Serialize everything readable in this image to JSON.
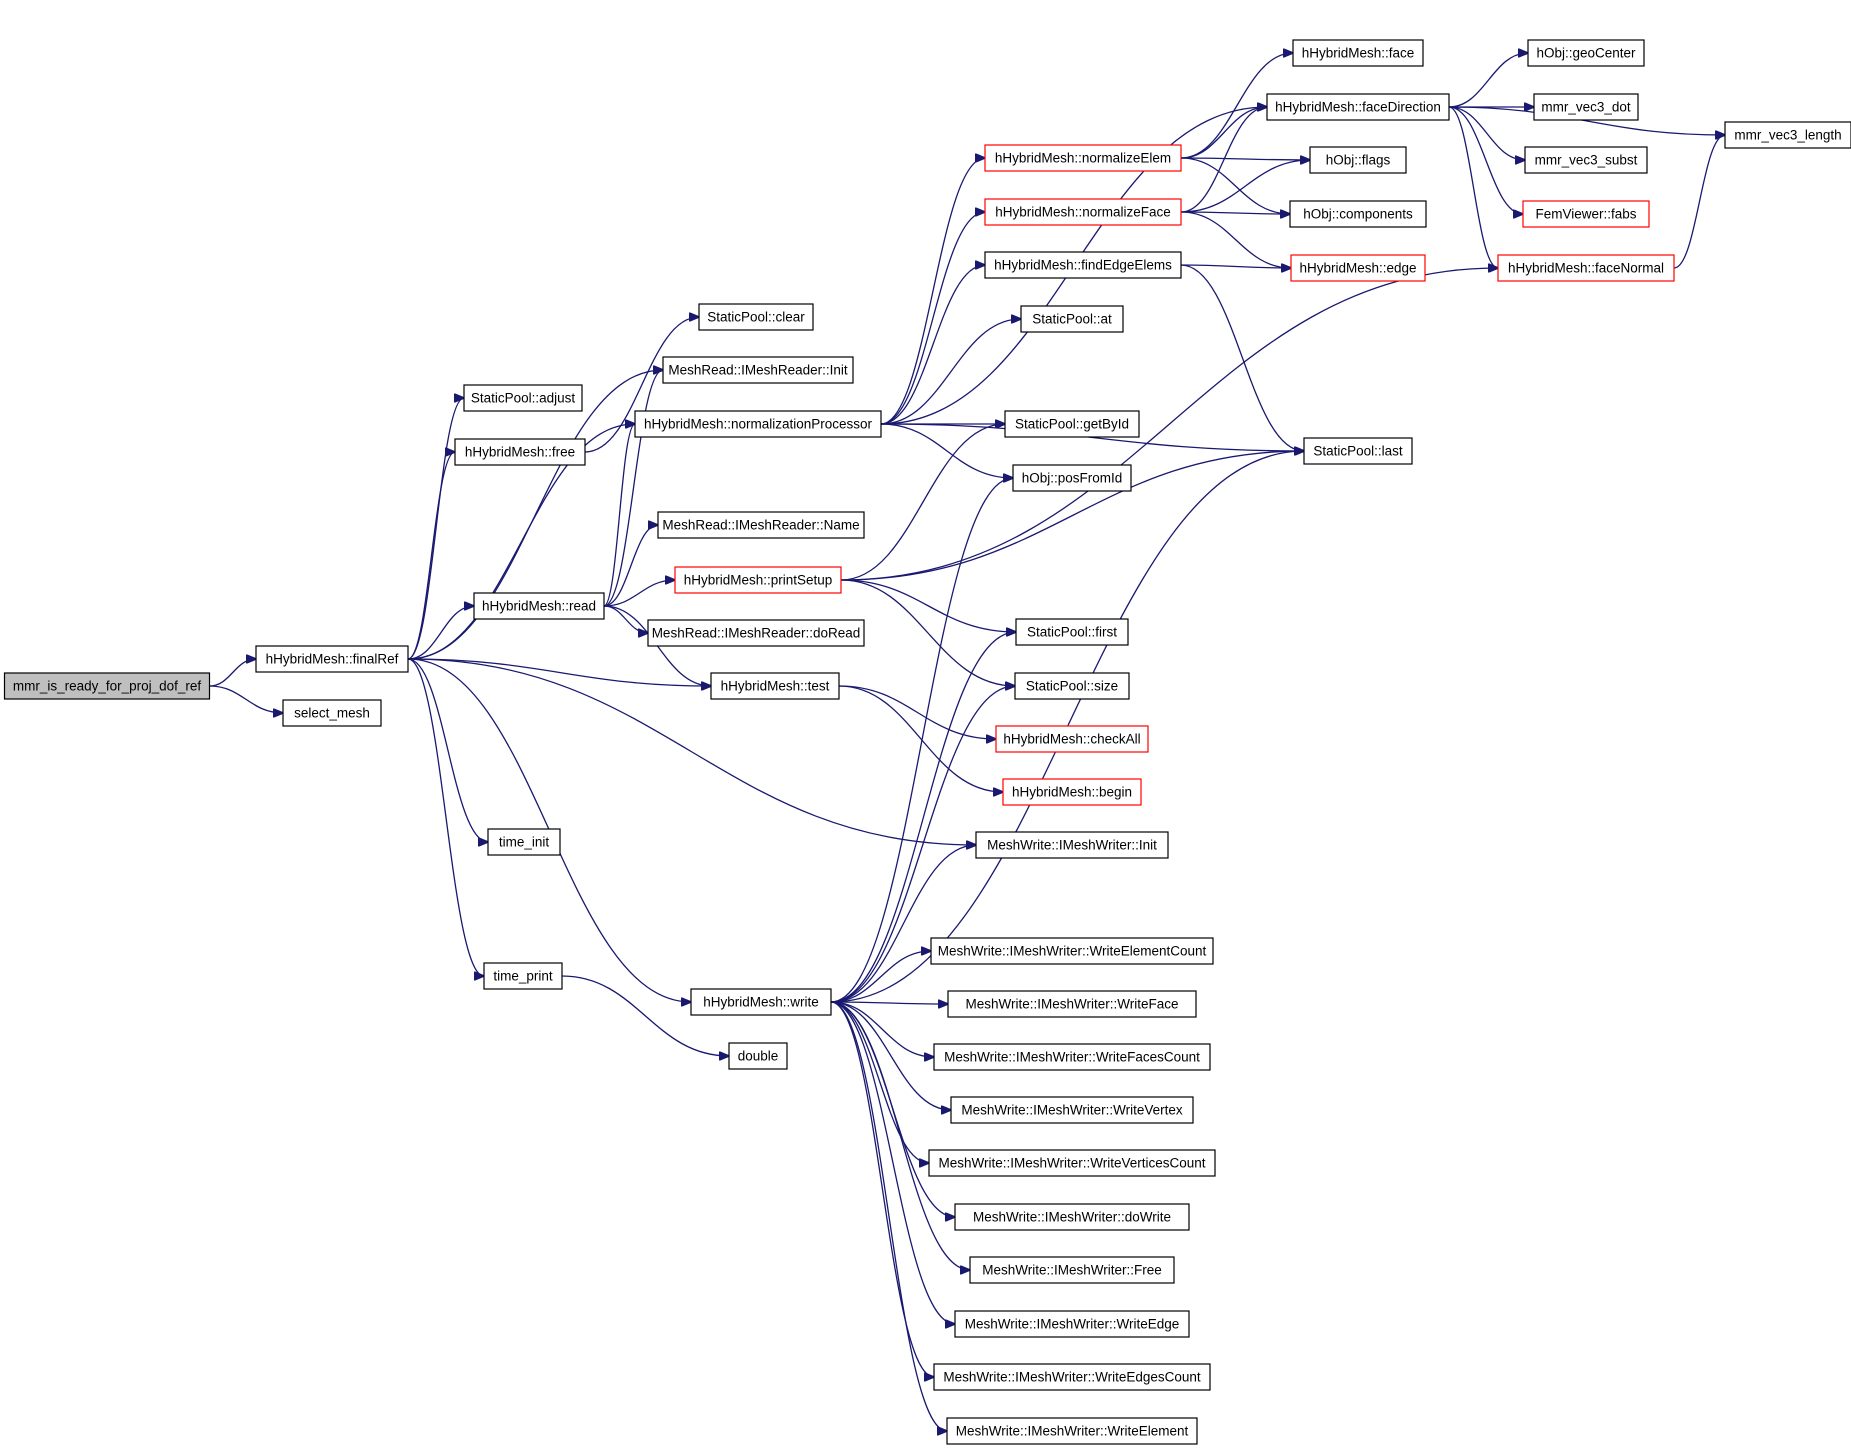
{
  "diagram": {
    "type": "call-graph",
    "edge_color": "#191970",
    "truncated_node_border_color": "#ff0000",
    "root_node_fill": "#bfbfbf",
    "nodes": [
      {
        "id": "root",
        "label": "mmr_is_ready_for_proj_dof_ref",
        "style": "root"
      },
      {
        "id": "finalRef",
        "label": "hHybridMesh::finalRef",
        "style": "normal"
      },
      {
        "id": "select_mesh",
        "label": "select_mesh",
        "style": "normal"
      },
      {
        "id": "sp_adjust",
        "label": "StaticPool::adjust",
        "style": "normal"
      },
      {
        "id": "hm_free",
        "label": "hHybridMesh::free",
        "style": "normal"
      },
      {
        "id": "mr_init",
        "label": "MeshRead::IMeshReader::Init",
        "style": "normal"
      },
      {
        "id": "norm_proc",
        "label": "hHybridMesh::normalizationProcessor",
        "style": "normal"
      },
      {
        "id": "hm_read",
        "label": "hHybridMesh::read",
        "style": "normal"
      },
      {
        "id": "hm_test",
        "label": "hHybridMesh::test",
        "style": "normal"
      },
      {
        "id": "mw_init",
        "label": "MeshWrite::IMeshWriter::Init",
        "style": "normal"
      },
      {
        "id": "time_init",
        "label": "time_init",
        "style": "normal"
      },
      {
        "id": "time_print",
        "label": "time_print",
        "style": "normal"
      },
      {
        "id": "hm_write",
        "label": "hHybridMesh::write",
        "style": "normal"
      },
      {
        "id": "sp_clear",
        "label": "StaticPool::clear",
        "style": "normal"
      },
      {
        "id": "mr_name",
        "label": "MeshRead::IMeshReader::Name",
        "style": "normal"
      },
      {
        "id": "printSetup",
        "label": "hHybridMesh::printSetup",
        "style": "truncated"
      },
      {
        "id": "mr_doread",
        "label": "MeshRead::IMeshReader::doRead",
        "style": "normal"
      },
      {
        "id": "double",
        "label": "double",
        "style": "normal"
      },
      {
        "id": "normElem",
        "label": "hHybridMesh::normalizeElem",
        "style": "truncated"
      },
      {
        "id": "normFace",
        "label": "hHybridMesh::normalizeFace",
        "style": "truncated"
      },
      {
        "id": "findEdgeElems",
        "label": "hHybridMesh::findEdgeElems",
        "style": "normal"
      },
      {
        "id": "sp_at",
        "label": "StaticPool::at",
        "style": "normal"
      },
      {
        "id": "sp_getById",
        "label": "StaticPool::getById",
        "style": "normal"
      },
      {
        "id": "posFromId",
        "label": "hObj::posFromId",
        "style": "normal"
      },
      {
        "id": "sp_first",
        "label": "StaticPool::first",
        "style": "normal"
      },
      {
        "id": "sp_size",
        "label": "StaticPool::size",
        "style": "normal"
      },
      {
        "id": "checkAll",
        "label": "hHybridMesh::checkAll",
        "style": "truncated"
      },
      {
        "id": "hm_begin",
        "label": "hHybridMesh::begin",
        "style": "truncated"
      },
      {
        "id": "mw_wec",
        "label": "MeshWrite::IMeshWriter::WriteElementCount",
        "style": "normal"
      },
      {
        "id": "mw_wf",
        "label": "MeshWrite::IMeshWriter::WriteFace",
        "style": "normal"
      },
      {
        "id": "mw_wfc",
        "label": "MeshWrite::IMeshWriter::WriteFacesCount",
        "style": "normal"
      },
      {
        "id": "mw_wv",
        "label": "MeshWrite::IMeshWriter::WriteVertex",
        "style": "normal"
      },
      {
        "id": "mw_wvc",
        "label": "MeshWrite::IMeshWriter::WriteVerticesCount",
        "style": "normal"
      },
      {
        "id": "mw_dowrite",
        "label": "MeshWrite::IMeshWriter::doWrite",
        "style": "normal"
      },
      {
        "id": "mw_free",
        "label": "MeshWrite::IMeshWriter::Free",
        "style": "normal"
      },
      {
        "id": "mw_we",
        "label": "MeshWrite::IMeshWriter::WriteEdge",
        "style": "normal"
      },
      {
        "id": "mw_wedc",
        "label": "MeshWrite::IMeshWriter::WriteEdgesCount",
        "style": "normal"
      },
      {
        "id": "mw_wel",
        "label": "MeshWrite::IMeshWriter::WriteElement",
        "style": "normal"
      },
      {
        "id": "hm_face",
        "label": "hHybridMesh::face",
        "style": "normal"
      },
      {
        "id": "faceDirection",
        "label": "hHybridMesh::faceDirection",
        "style": "normal"
      },
      {
        "id": "hobj_flags",
        "label": "hObj::flags",
        "style": "normal"
      },
      {
        "id": "hobj_components",
        "label": "hObj::components",
        "style": "normal"
      },
      {
        "id": "hm_edge",
        "label": "hHybridMesh::edge",
        "style": "truncated"
      },
      {
        "id": "sp_last",
        "label": "StaticPool::last",
        "style": "normal"
      },
      {
        "id": "geoCenter",
        "label": "hObj::geoCenter",
        "style": "normal"
      },
      {
        "id": "vec3_dot",
        "label": "mmr_vec3_dot",
        "style": "normal"
      },
      {
        "id": "vec3_subst",
        "label": "mmr_vec3_subst",
        "style": "normal"
      },
      {
        "id": "fabs",
        "label": "FemViewer::fabs",
        "style": "truncated"
      },
      {
        "id": "faceNormal",
        "label": "hHybridMesh::faceNormal",
        "style": "truncated"
      },
      {
        "id": "vec3_length",
        "label": "mmr_vec3_length",
        "style": "normal"
      }
    ],
    "edges": [
      [
        "root",
        "finalRef"
      ],
      [
        "root",
        "select_mesh"
      ],
      [
        "finalRef",
        "sp_adjust"
      ],
      [
        "finalRef",
        "hm_free"
      ],
      [
        "finalRef",
        "mr_init"
      ],
      [
        "finalRef",
        "norm_proc"
      ],
      [
        "finalRef",
        "hm_read"
      ],
      [
        "finalRef",
        "hm_test"
      ],
      [
        "finalRef",
        "mw_init"
      ],
      [
        "finalRef",
        "time_init"
      ],
      [
        "finalRef",
        "time_print"
      ],
      [
        "finalRef",
        "hm_write"
      ],
      [
        "hm_free",
        "sp_clear"
      ],
      [
        "hm_read",
        "mr_init"
      ],
      [
        "hm_read",
        "norm_proc"
      ],
      [
        "hm_read",
        "mr_name"
      ],
      [
        "hm_read",
        "printSetup"
      ],
      [
        "hm_read",
        "mr_doread"
      ],
      [
        "hm_read",
        "hm_test"
      ],
      [
        "time_print",
        "double"
      ],
      [
        "norm_proc",
        "normElem"
      ],
      [
        "norm_proc",
        "normFace"
      ],
      [
        "norm_proc",
        "findEdgeElems"
      ],
      [
        "norm_proc",
        "sp_at"
      ],
      [
        "norm_proc",
        "sp_getById"
      ],
      [
        "norm_proc",
        "posFromId"
      ],
      [
        "norm_proc",
        "faceDirection"
      ],
      [
        "norm_proc",
        "sp_last"
      ],
      [
        "printSetup",
        "sp_getById"
      ],
      [
        "printSetup",
        "sp_last"
      ],
      [
        "printSetup",
        "faceNormal"
      ],
      [
        "printSetup",
        "sp_first"
      ],
      [
        "printSetup",
        "sp_size"
      ],
      [
        "hm_test",
        "checkAll"
      ],
      [
        "hm_test",
        "hm_begin"
      ],
      [
        "hm_write",
        "posFromId"
      ],
      [
        "hm_write",
        "sp_first"
      ],
      [
        "hm_write",
        "sp_size"
      ],
      [
        "hm_write",
        "mw_init"
      ],
      [
        "hm_write",
        "sp_last"
      ],
      [
        "hm_write",
        "mw_wec"
      ],
      [
        "hm_write",
        "mw_wf"
      ],
      [
        "hm_write",
        "mw_wfc"
      ],
      [
        "hm_write",
        "mw_wv"
      ],
      [
        "hm_write",
        "mw_wvc"
      ],
      [
        "hm_write",
        "mw_dowrite"
      ],
      [
        "hm_write",
        "mw_free"
      ],
      [
        "hm_write",
        "mw_we"
      ],
      [
        "hm_write",
        "mw_wedc"
      ],
      [
        "hm_write",
        "mw_wel"
      ],
      [
        "normElem",
        "hm_face"
      ],
      [
        "normElem",
        "faceDirection"
      ],
      [
        "normElem",
        "hobj_flags"
      ],
      [
        "normElem",
        "hobj_components"
      ],
      [
        "normFace",
        "faceDirection"
      ],
      [
        "normFace",
        "hobj_flags"
      ],
      [
        "normFace",
        "hobj_components"
      ],
      [
        "normFace",
        "hm_edge"
      ],
      [
        "findEdgeElems",
        "hm_edge"
      ],
      [
        "findEdgeElems",
        "sp_last"
      ],
      [
        "faceDirection",
        "geoCenter"
      ],
      [
        "faceDirection",
        "vec3_dot"
      ],
      [
        "faceDirection",
        "vec3_subst"
      ],
      [
        "faceDirection",
        "fabs"
      ],
      [
        "faceDirection",
        "faceNormal"
      ],
      [
        "faceDirection",
        "vec3_length"
      ],
      [
        "faceNormal",
        "vec3_length"
      ]
    ]
  }
}
